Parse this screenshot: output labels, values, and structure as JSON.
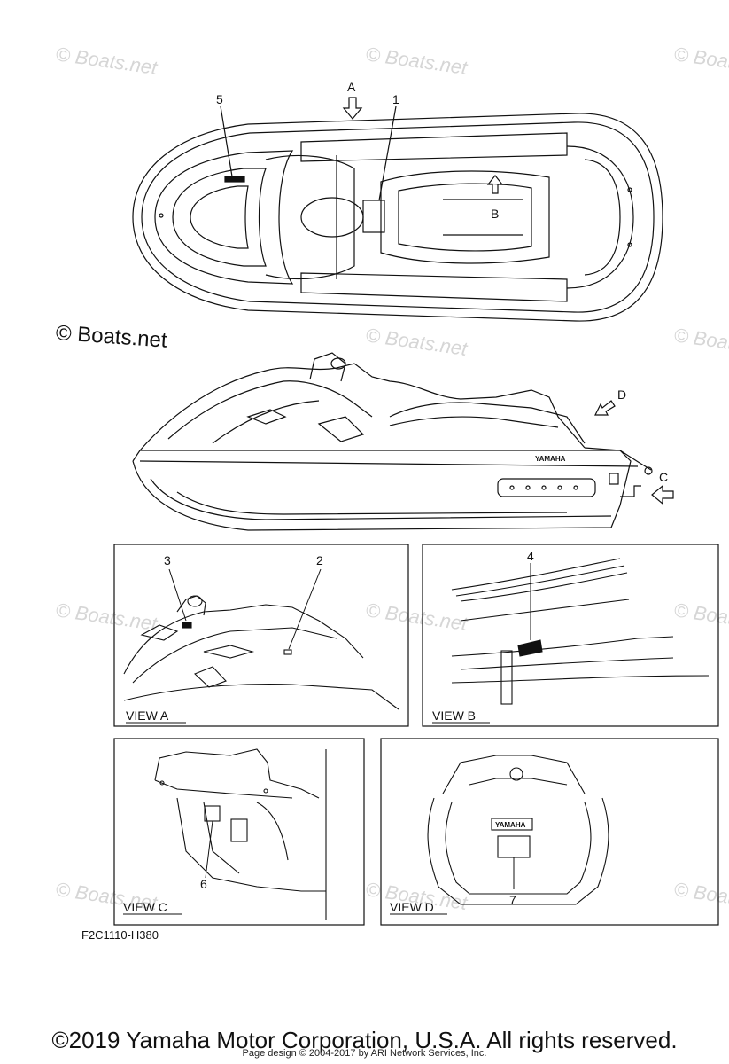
{
  "watermark": {
    "text": "© Boats.net"
  },
  "boats_credit": "© Boats.net",
  "top_view": {
    "arrow_A_label": "A",
    "arrow_B_label": "B",
    "callout_1": "1",
    "callout_5": "5"
  },
  "side_view": {
    "arrow_C_label": "C",
    "arrow_D_label": "D",
    "brand_text": "YAMAHA"
  },
  "panels": {
    "view_a": {
      "title": "VIEW A",
      "callout_2": "2",
      "callout_3": "3"
    },
    "view_b": {
      "title": "VIEW B",
      "callout_4": "4"
    },
    "view_c": {
      "title": "VIEW C",
      "callout_6": "6"
    },
    "view_d": {
      "title": "VIEW D",
      "callout_7": "7",
      "brand_text": "YAMAHA"
    }
  },
  "figure_code": "F2C1110-H380",
  "copyright": "©2019 Yamaha Motor Corporation, U.S.A. All rights reserved.",
  "page_design_credit": "Page design © 2004-2017 by ARI Network Services, Inc."
}
